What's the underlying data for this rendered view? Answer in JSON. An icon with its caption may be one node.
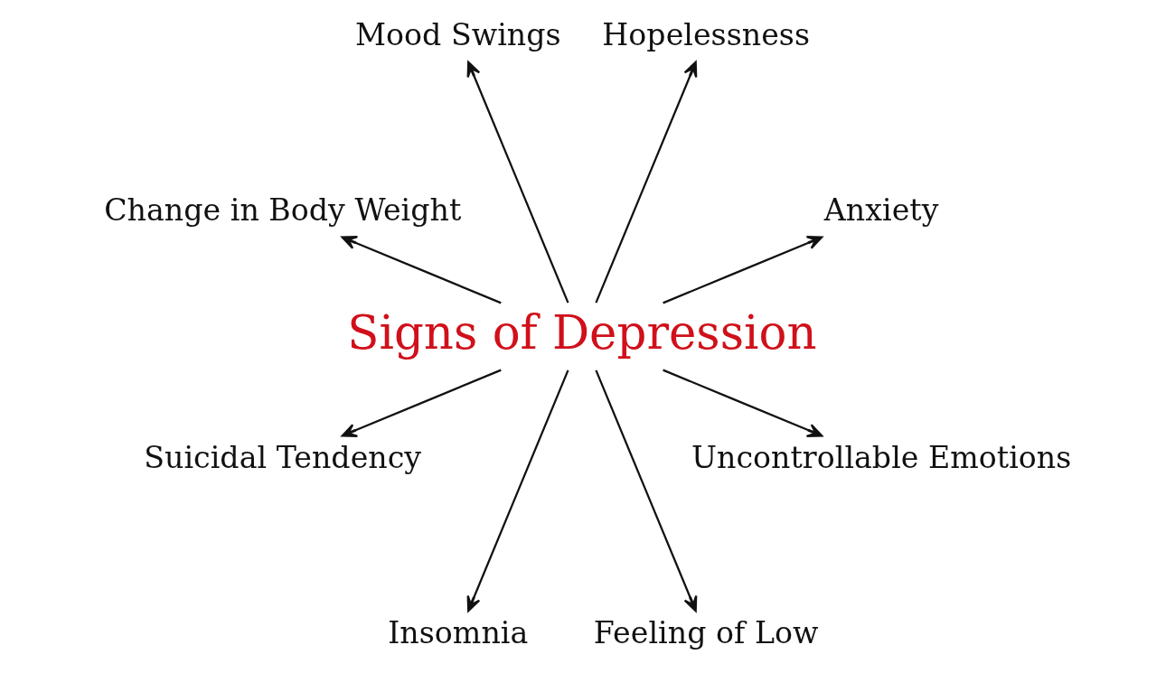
{
  "diagram": {
    "nodes": [
      {
        "text": [
          "Signs of Depression"
        ]
      },
      {
        "text": [
          "Anxiety"
        ]
      },
      {
        "text": [
          "Hopelessness"
        ]
      },
      {
        "text": [
          "Mood Swings"
        ]
      },
      {
        "text": [
          "Change in Body Weight"
        ]
      },
      {
        "text": [
          "Suicidal Tendency"
        ]
      },
      {
        "text": [
          "Insomnia"
        ]
      },
      {
        "text": [
          "Feeling of Low"
        ]
      },
      {
        "text": [
          "Uncontrollable Emotions"
        ]
      }
    ],
    "edges": [
      {
        "from": 0,
        "to": 1,
        "arrow": "to"
      },
      {
        "from": 0,
        "to": 2,
        "arrow": "to"
      },
      {
        "from": 0,
        "to": 3,
        "arrow": "to"
      },
      {
        "from": 0,
        "to": 4,
        "arrow": "to"
      },
      {
        "from": 0,
        "to": 5,
        "arrow": "to"
      },
      {
        "from": 0,
        "to": 6,
        "arrow": "to"
      },
      {
        "from": 0,
        "to": 7,
        "arrow": "to"
      },
      {
        "from": 0,
        "to": 8,
        "arrow": "to"
      }
    ]
  }
}
